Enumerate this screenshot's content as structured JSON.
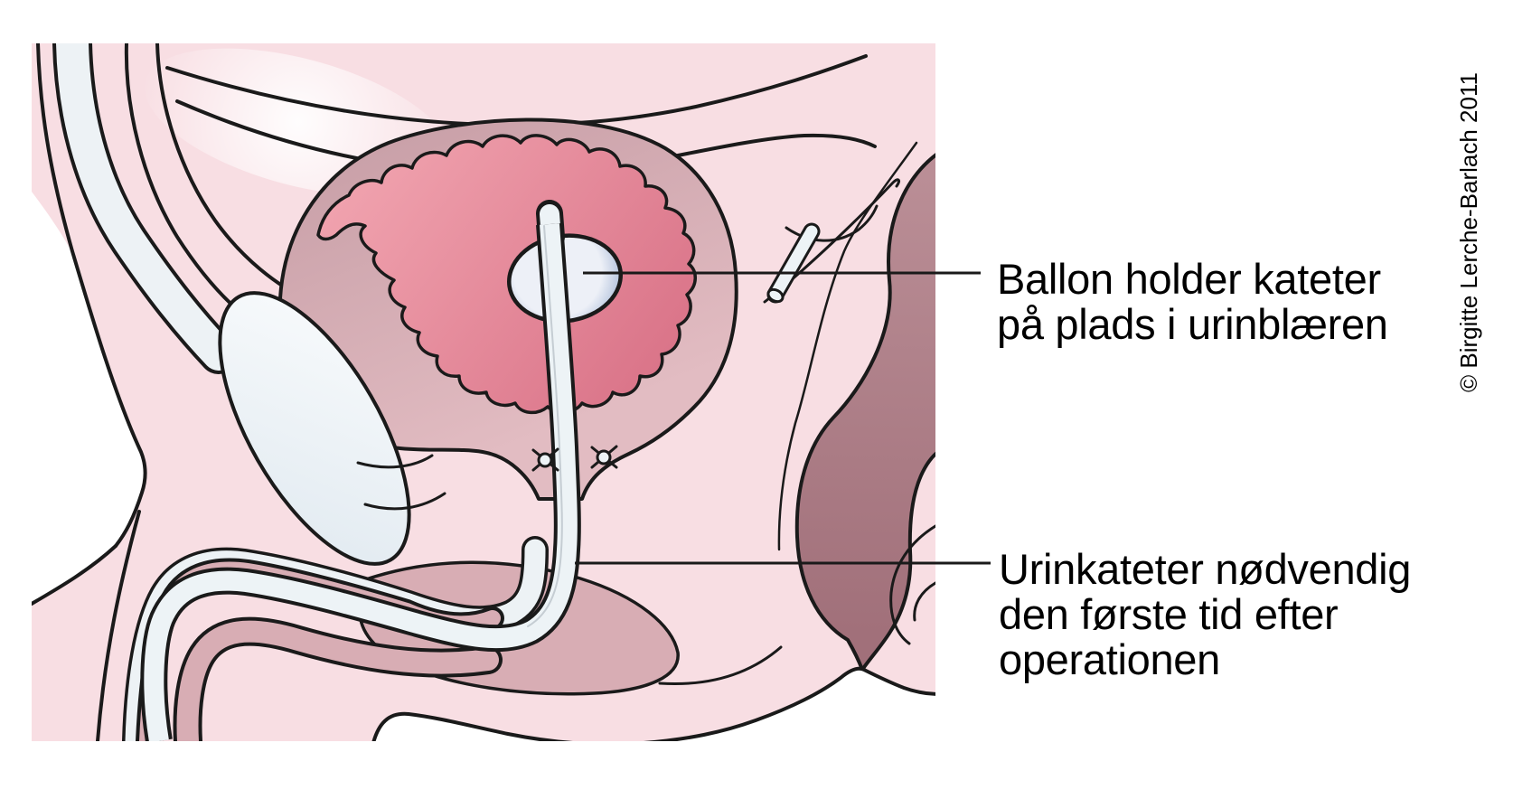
{
  "labels": {
    "balloon_label": {
      "line1": "Ballon holder kateter",
      "line2": "på plads i urinblæren"
    },
    "catheter_label": {
      "line1": "Urinkateter nødvendig",
      "line2": "den første tid efter",
      "line3": "operationen"
    }
  },
  "copyright": "© Birgitte Lerche-Barlach 2011",
  "colors": {
    "outline": "#1a1a1a",
    "body_pink": "#f8dee3",
    "wall_dark": "#c9a0a8",
    "wall_light": "#e2bcc2",
    "red_light": "#f0a2ae",
    "red_dark": "#d97287",
    "rectum_light": "#bb8f97",
    "rectum_dark": "#a1707a",
    "balloon_light": "#edf0f7",
    "balloon_dark": "#a8bad8",
    "catheter_white": "#edf3f6",
    "lumen_line": "#c5cdd3",
    "bone_light": "#f6f9fb",
    "bone_base": "#e4ecf2",
    "band_white": "#edf2f5",
    "mauve": "#d8adb4",
    "white": "#ffffff",
    "text": "#000000"
  }
}
